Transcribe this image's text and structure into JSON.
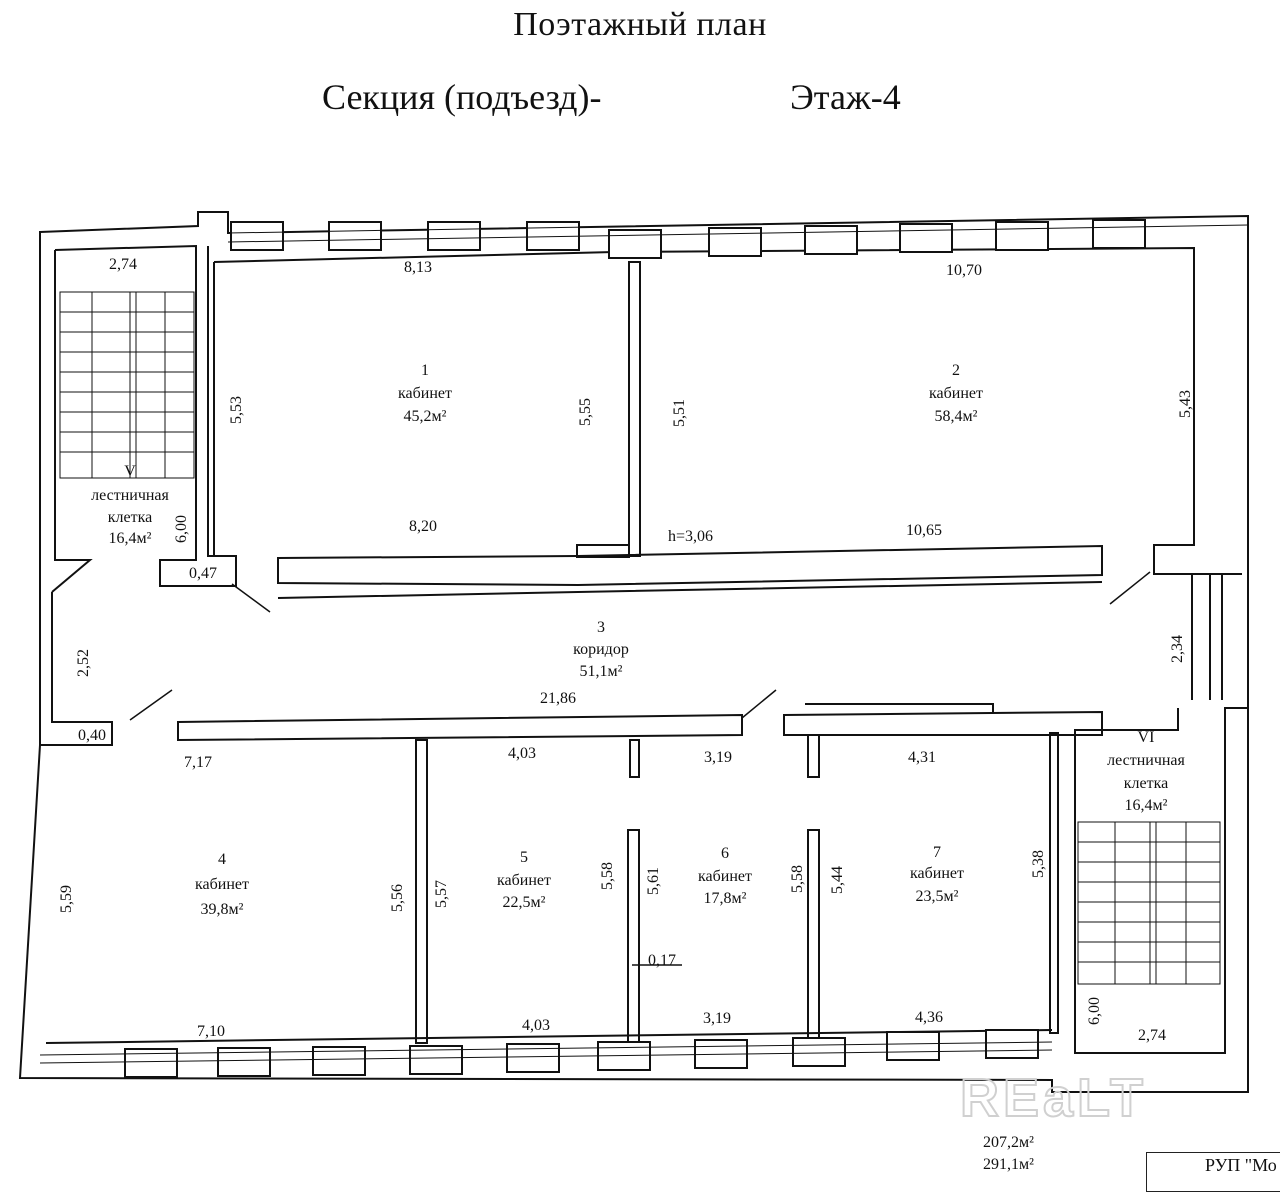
{
  "header": {
    "title": "Поэтажный план",
    "section": "Секция (подъезд)-",
    "floor": "Этаж-4"
  },
  "rooms": [
    {
      "num": "1",
      "name": "кабинет",
      "area": "45,2м²"
    },
    {
      "num": "2",
      "name": "кабинет",
      "area": "58,4м²"
    },
    {
      "num": "3",
      "name": "коридор",
      "area": "51,1м²"
    },
    {
      "num": "4",
      "name": "кабинет",
      "area": "39,8м²"
    },
    {
      "num": "5",
      "name": "кабинет",
      "area": "22,5м²"
    },
    {
      "num": "6",
      "name": "кабинет",
      "area": "17,8м²"
    },
    {
      "num": "7",
      "name": "кабинет",
      "area": "23,5м²"
    }
  ],
  "stairs": [
    {
      "num": "V",
      "line1": "лестничная",
      "line2": "клетка",
      "area": "16,4м²"
    },
    {
      "num": "VI",
      "line1": "лестничная",
      "line2": "клетка",
      "area": "16,4м²"
    }
  ],
  "dims": {
    "d1": "2,74",
    "d2": "8,13",
    "d3": "10,70",
    "d4": "5,53",
    "d5": "5,55",
    "d6": "5,51",
    "d7": "5,43",
    "d8": "8,20",
    "d9": "h=3,06",
    "d10": "10,65",
    "d11": "6,00",
    "d12": "0,47",
    "d13": "2,52",
    "d14": "21,86",
    "d15": "2,34",
    "d16": "0,40",
    "d17": "7,17",
    "d18": "4,03",
    "d19": "3,19",
    "d20": "4,31",
    "d21": "5,59",
    "d22": "5,56",
    "d23": "5,57",
    "d24": "5,58",
    "d25": "5,61",
    "d26": "5,58",
    "d27": "5,44",
    "d28": "5,38",
    "d29": "0,17",
    "d30": "7,10",
    "d31": "4,03",
    "d32": "3,19",
    "d33": "4,36",
    "d34": "6,00",
    "d35": "2,74"
  },
  "totals": {
    "total1": "207,2м²",
    "total2": "291,1м²"
  },
  "stamp": {
    "text": "РУП \"Мо"
  },
  "watermark": {
    "text": "REaLT"
  }
}
